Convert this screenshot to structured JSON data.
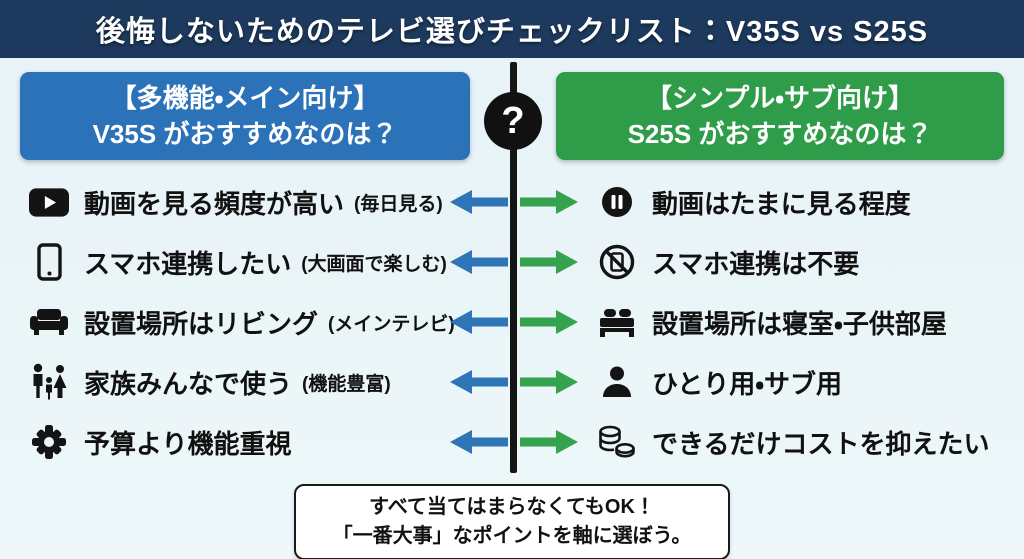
{
  "header": {
    "title": "後悔しないためのテレビ選びチェックリスト：V35S vs S25S"
  },
  "divider": {
    "question_mark": "?"
  },
  "left_column": {
    "header_line1": "【多機能・メイン向け】",
    "header_line2": "V35S がおすすめなのは？",
    "accent_color": "#2b72b8",
    "items": [
      {
        "icon": "youtube-play-icon",
        "text": "動画を見る頻度が高い",
        "note": "(毎日見る)"
      },
      {
        "icon": "smartphone-icon",
        "text": "スマホ連携したい",
        "note": "(大画面で楽しむ)"
      },
      {
        "icon": "sofa-icon",
        "text": "設置場所はリビング",
        "note": "(メインテレビ)"
      },
      {
        "icon": "family-icon",
        "text": "家族みんなで使う",
        "note": "(機能豊富)"
      },
      {
        "icon": "gear-icon",
        "text": "予算より機能重視",
        "note": ""
      }
    ]
  },
  "right_column": {
    "header_line1": "【シンプル・サブ向け】",
    "header_line2": "S25S がおすすめなのは？",
    "accent_color": "#2f9c49",
    "items": [
      {
        "icon": "pause-icon",
        "text": "動画はたまに見る程度"
      },
      {
        "icon": "no-phone-icon",
        "text": "スマホ連携は不要"
      },
      {
        "icon": "bed-icon",
        "text": "設置場所は寝室・子供部屋"
      },
      {
        "icon": "person-icon",
        "text": "ひとり用・サブ用"
      },
      {
        "icon": "coins-icon",
        "text": "できるだけコストを抑えたい"
      }
    ]
  },
  "footer_note": {
    "line1": "すべて当てはまらなくてもOK！",
    "line2": "「一番大事」なポイントを軸に選ぼう。"
  },
  "colors": {
    "header_bg": "#1d3a5e",
    "arrow_blue": "#2e75b8",
    "arrow_green": "#35a24d",
    "background": "#eaf5f8",
    "icon_black": "#141414"
  }
}
